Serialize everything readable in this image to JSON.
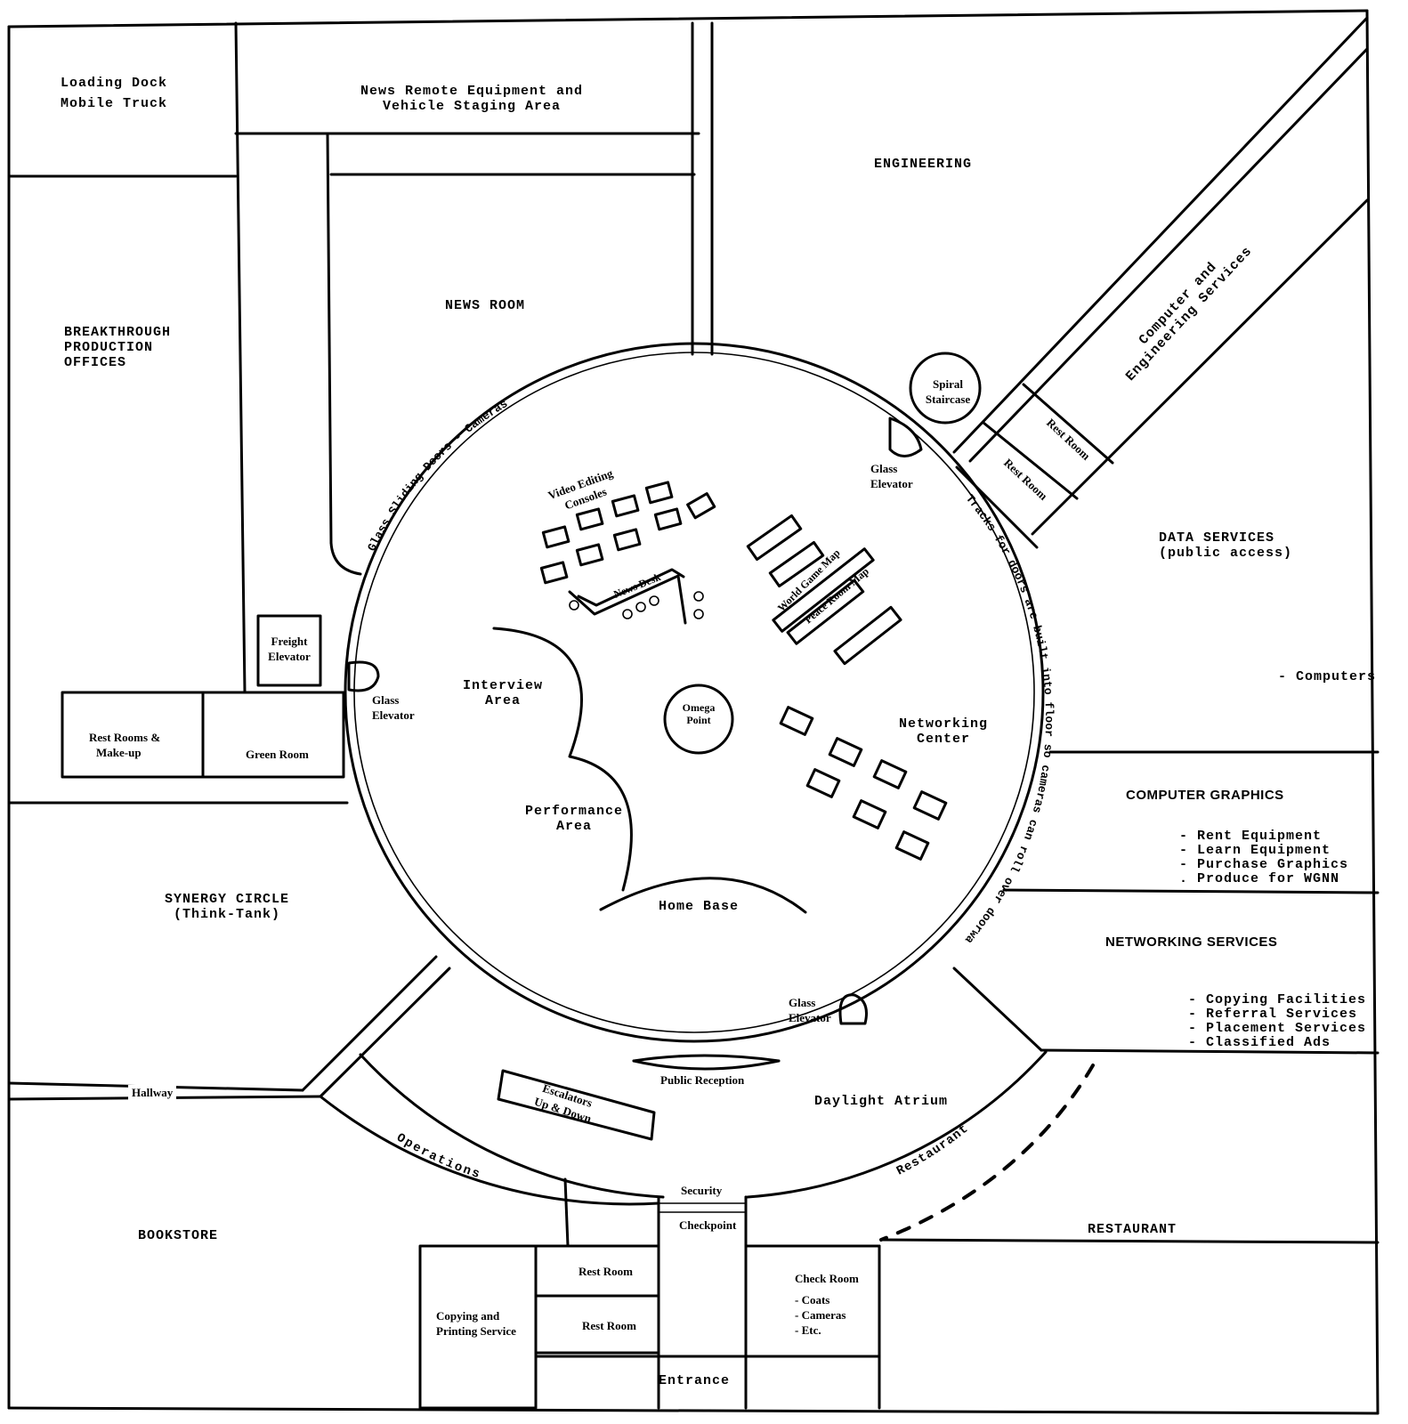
{
  "rooms": {
    "loading_dock": [
      "Loading Dock",
      "Mobile Truck"
    ],
    "news_remote": [
      "News Remote Equipment and",
      "Vehicle Staging Area"
    ],
    "engineering": "ENGINEERING",
    "news_room": "NEWS  ROOM",
    "breakthrough": [
      "BREAKTHROUGH",
      "PRODUCTION",
      "OFFICES"
    ],
    "computer_eng_services": [
      "Computer and",
      "Engineering Services"
    ],
    "spiral_staircase": [
      "Spiral",
      "Staircase"
    ],
    "rest_room_diag_1": "Rest Room",
    "rest_room_diag_2": "Rest Room",
    "data_services": [
      "DATA  SERVICES",
      "(public access)"
    ],
    "data_services_items": [
      "- Computers"
    ],
    "freight_elevator": [
      "Freight",
      "Elevator"
    ],
    "rest_rooms_makeup": [
      "Rest Rooms &",
      "Make-up"
    ],
    "green_room": "Green Room",
    "computer_graphics": "COMPUTER GRAPHICS",
    "computer_graphics_items": [
      "- Rent Equipment",
      "- Learn Equipment",
      "- Purchase Graphics",
      ". Produce for WGNN"
    ],
    "synergy_circle": [
      "SYNERGY CIRCLE",
      "(Think-Tank)"
    ],
    "networking_services": "NETWORKING SERVICES",
    "networking_services_items": [
      "- Copying Facilities",
      "- Referral Services",
      "- Placement Services",
      "- Classified Ads"
    ],
    "hallway": "Hallway",
    "bookstore": "BOOKSTORE",
    "restaurant": "RESTAURANT",
    "restaurant_arc": "Restaurant",
    "daylight_atrium": "Daylight Atrium",
    "operations": "Operations",
    "public_reception": "Public Reception",
    "escalators": [
      "Escalators",
      "Up & Down"
    ],
    "security": "Security",
    "checkpoint": "Checkpoint",
    "rest_room_1": "Rest Room",
    "rest_room_2": "Rest Room",
    "copying": [
      "Copying and",
      "Printing Service"
    ],
    "check_room": "Check Room",
    "check_room_items": [
      "- Coats",
      "- Cameras",
      "- Etc."
    ],
    "entrance": "Entrance"
  },
  "circle": {
    "glass_elevator_nw": [
      "Glass",
      "Elevator"
    ],
    "glass_elevator_w": [
      "Glass",
      "Elevator"
    ],
    "glass_elevator_s": [
      "Glass",
      "Elevator"
    ],
    "glass_sliding_doors": "Glass  Sliding  Doors  - Cameras",
    "tracks_text": "Tracks for doors are built into floor so cameras can roll over doorways",
    "video_editing": [
      "Video Editing",
      "Consoles"
    ],
    "news_desk": "News Desk",
    "world_game_map": "World Game Map",
    "peace_room_map": "Peace Room Map",
    "interview_area": [
      "Interview",
      "Area"
    ],
    "omega_point": [
      "Omega",
      "Point"
    ],
    "networking_center": [
      "Networking",
      "Center"
    ],
    "performance_area": [
      "Performance",
      "Area"
    ],
    "home_base": "Home   Base"
  }
}
